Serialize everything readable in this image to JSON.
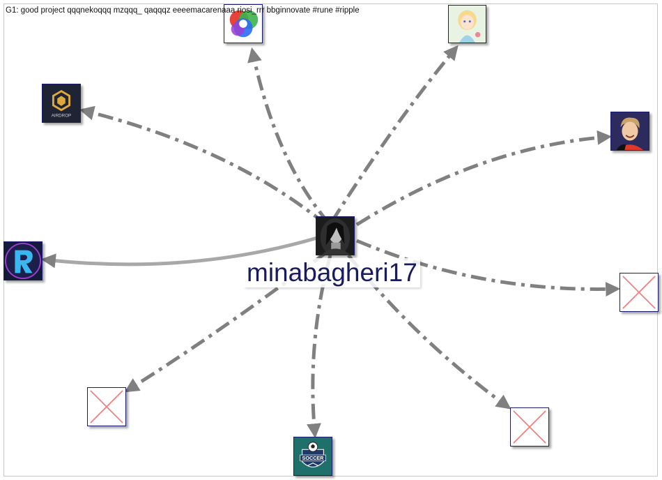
{
  "graph": {
    "title": "G1: good project qqqnekoqqq mzqqq_ qaqqqz eeeemacarenaaa riosi_rrr bbginnovate #rune #ripple",
    "center_label": "minabagheri17",
    "edge_color": "#808080",
    "node_border_color": "#1a1a6e",
    "label_color": "#1a1a5e"
  },
  "nodes": [
    {
      "id": "center",
      "icon": "woman-portrait-avatar"
    },
    {
      "id": "top-colorful",
      "icon": "colorful-logo-avatar"
    },
    {
      "id": "top-right-cartoon",
      "icon": "cartoon-girl-avatar"
    },
    {
      "id": "airdrop",
      "icon": "airdrop-logo-avatar",
      "text": "AIRDROP"
    },
    {
      "id": "right-cartoon-man",
      "icon": "cartoon-man-avatar"
    },
    {
      "id": "left-r-logo",
      "icon": "r-fist-logo-avatar"
    },
    {
      "id": "right-missing",
      "icon": "broken-image-icon"
    },
    {
      "id": "bottom-left-missing",
      "icon": "broken-image-icon"
    },
    {
      "id": "soccer",
      "icon": "soccer-logo-avatar",
      "text": "SOCCER"
    },
    {
      "id": "bottom-right-missing",
      "icon": "broken-image-icon"
    }
  ]
}
